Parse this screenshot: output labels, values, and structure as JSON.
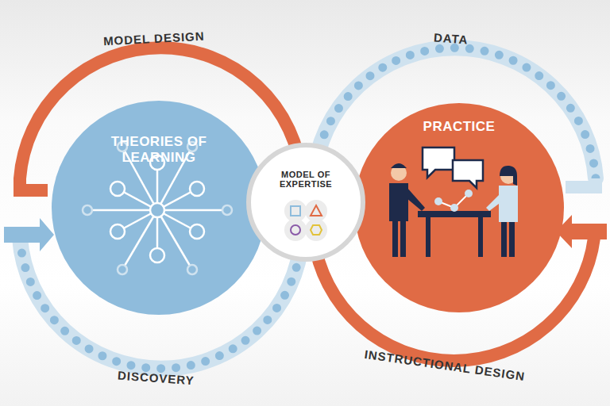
{
  "diagram": {
    "nodes": [
      {
        "text": [
          "THEORIES OF LEARNING"
        ]
      },
      {
        "text": [
          "MODEL OF EXPERTISE"
        ]
      },
      {
        "text": [
          "PRACTICE"
        ]
      }
    ],
    "labels": [
      "MODEL DESIGN",
      "DATA",
      "DISCOVERY",
      "INSTRUCTIONAL DESIGN"
    ]
  }
}
